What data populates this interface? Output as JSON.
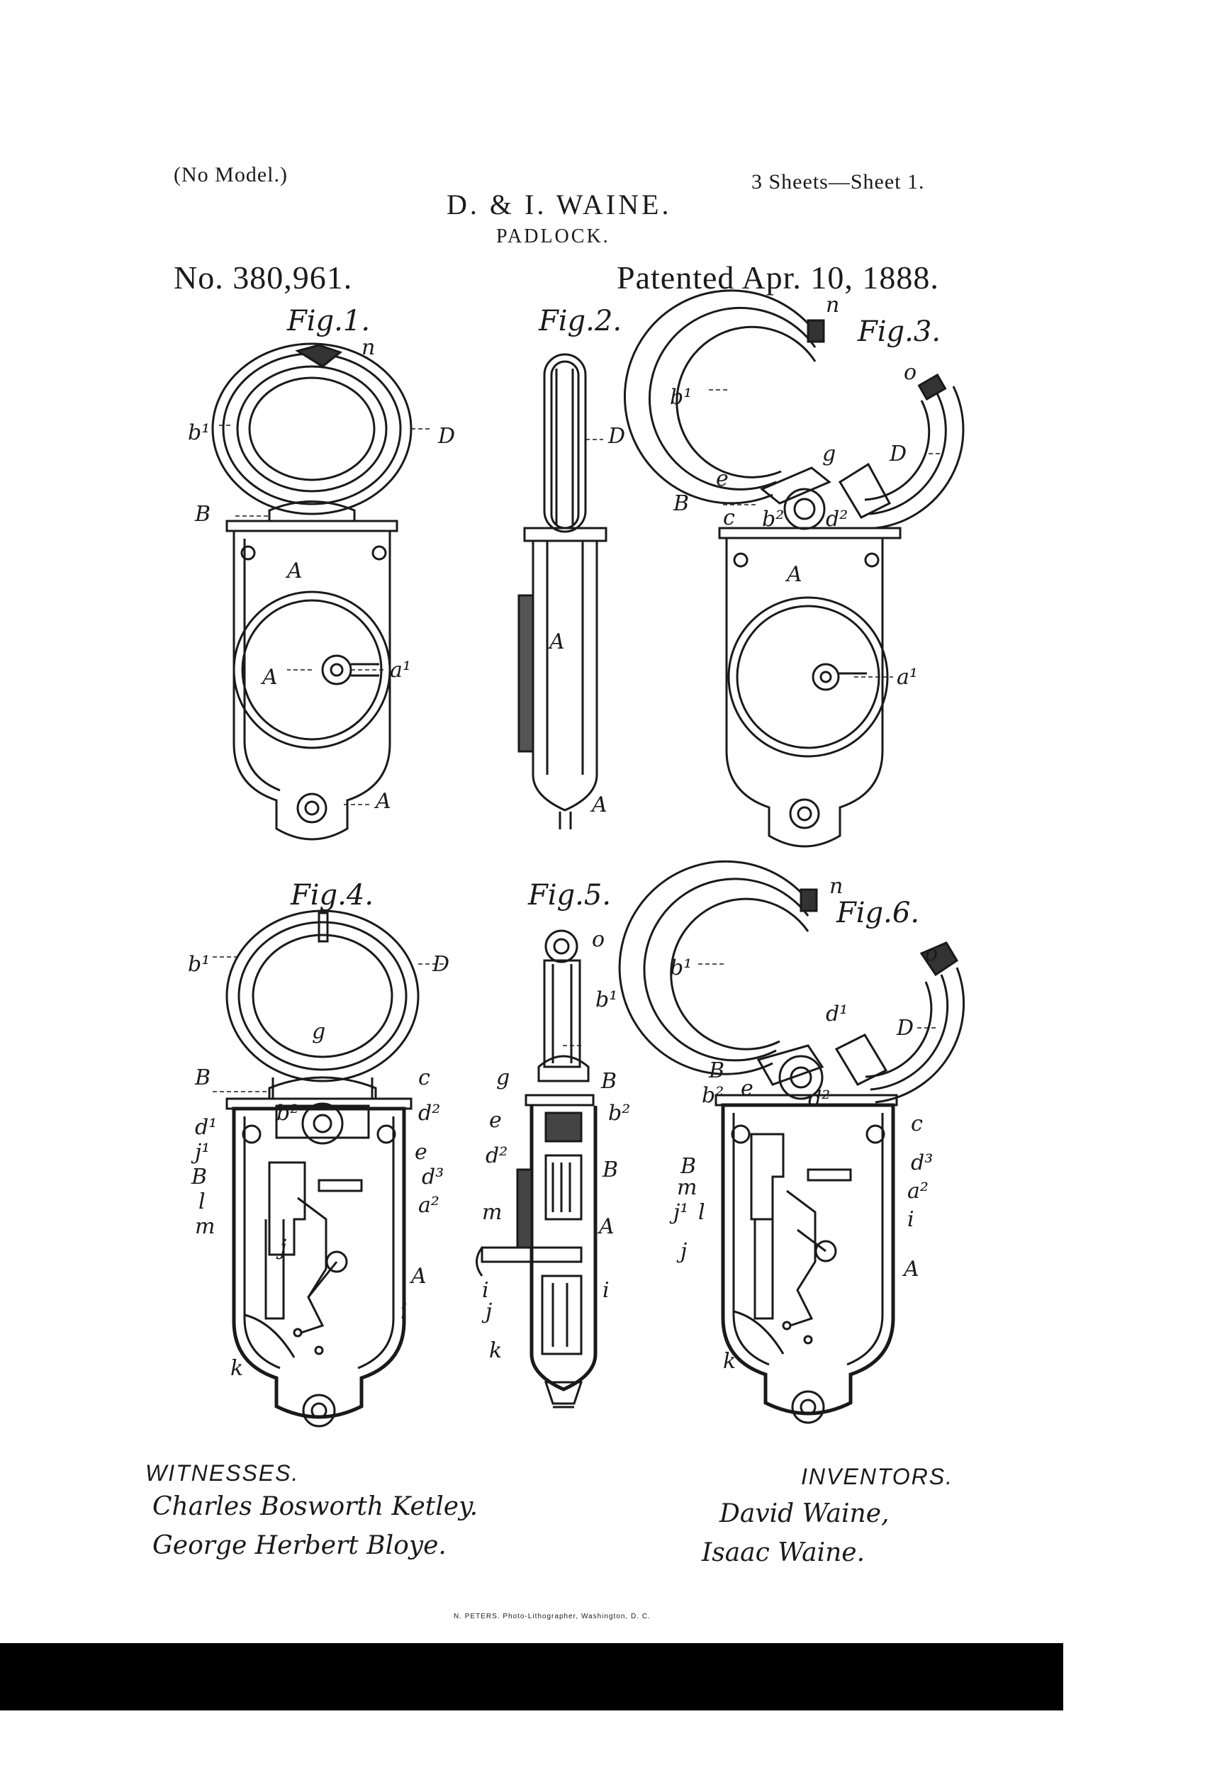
{
  "header": {
    "model": "(No Model.)",
    "title": "D. & I. WAINE.",
    "sheets": "3 Sheets—Sheet 1.",
    "subject": "PADLOCK.",
    "number": "No. 380,961.",
    "patented": "Patented Apr. 10, 1888."
  },
  "figures": {
    "fig1": "Fig.1.",
    "fig2": "Fig.2.",
    "fig3": "Fig.3.",
    "fig4": "Fig.4.",
    "fig5": "Fig.5.",
    "fig6": "Fig.6."
  },
  "labels": {
    "n": "n",
    "b1": "b¹",
    "D": "D",
    "B": "B",
    "A": "A",
    "a1": "a¹",
    "o": "o",
    "g": "g",
    "e": "e",
    "c": "c",
    "b2": "b²",
    "d2": "d²",
    "d1": "d¹",
    "j1": "j¹",
    "l": "l",
    "m": "m",
    "j": "j",
    "k": "k",
    "i": "i",
    "d3": "d³",
    "a2": "a²"
  },
  "witnesses": {
    "heading": "WITNESSES.",
    "names": [
      "Charles Bosworth Ketley.",
      "George Herbert Bloye."
    ]
  },
  "inventors": {
    "heading": "INVENTORS.",
    "names": [
      "David Waine,",
      "Isaac Waine."
    ]
  },
  "imprint": "N. PETERS. Photo-Lithographer, Washington, D. C."
}
